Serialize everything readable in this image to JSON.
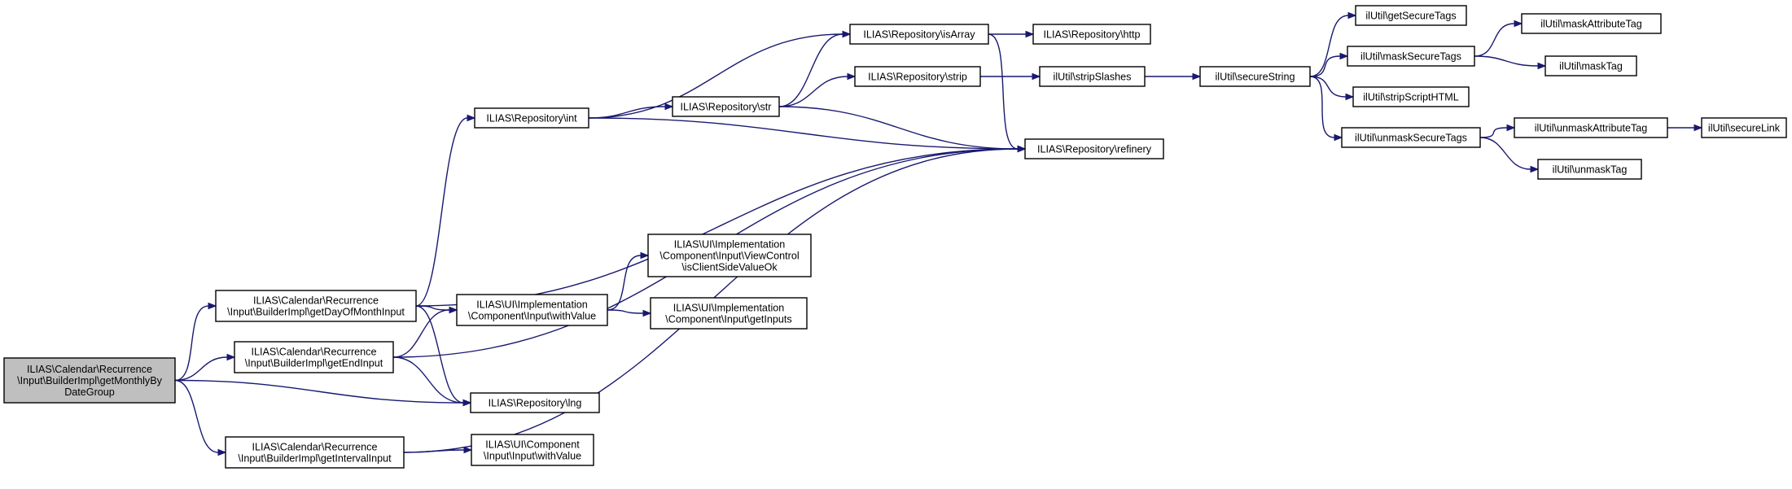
{
  "colors": {
    "edge": "#191970",
    "node_border": "#000000",
    "root_fill": "#bfbfbf",
    "node_fill": "#ffffff"
  },
  "nodes": [
    {
      "id": "root",
      "lines": [
        "ILIAS\\Calendar\\Recurrence",
        "\\Input\\BuilderImpl\\getMonthlyBy",
        "DateGroup"
      ],
      "root": true
    },
    {
      "id": "getDayOfMonthInput",
      "lines": [
        "ILIAS\\Calendar\\Recurrence",
        "\\Input\\BuilderImpl\\getDayOfMonthInput"
      ]
    },
    {
      "id": "getEndInput",
      "lines": [
        "ILIAS\\Calendar\\Recurrence",
        "\\Input\\BuilderImpl\\getEndInput"
      ]
    },
    {
      "id": "lng",
      "lines": [
        "ILIAS\\Repository\\lng"
      ]
    },
    {
      "id": "getIntervalInput",
      "lines": [
        "ILIAS\\Calendar\\Recurrence",
        "\\Input\\BuilderImpl\\getIntervalInput"
      ]
    },
    {
      "id": "int",
      "lines": [
        "ILIAS\\Repository\\int"
      ]
    },
    {
      "id": "implWithValue",
      "lines": [
        "ILIAS\\UI\\Implementation",
        "\\Component\\Input\\withValue"
      ]
    },
    {
      "id": "refinery",
      "lines": [
        "ILIAS\\Repository\\refinery"
      ]
    },
    {
      "id": "compWithValue",
      "lines": [
        "ILIAS\\UI\\Component",
        "\\Input\\Input\\withValue"
      ]
    },
    {
      "id": "str",
      "lines": [
        "ILIAS\\Repository\\str"
      ]
    },
    {
      "id": "isArray",
      "lines": [
        "ILIAS\\Repository\\isArray"
      ]
    },
    {
      "id": "isClientSideValueOk",
      "lines": [
        "ILIAS\\UI\\Implementation",
        "\\Component\\Input\\ViewControl",
        "\\isClientSideValueOk"
      ]
    },
    {
      "id": "getInputs",
      "lines": [
        "ILIAS\\UI\\Implementation",
        "\\Component\\Input\\getInputs"
      ]
    },
    {
      "id": "strip",
      "lines": [
        "ILIAS\\Repository\\strip"
      ]
    },
    {
      "id": "http",
      "lines": [
        "ILIAS\\Repository\\http"
      ]
    },
    {
      "id": "stripSlashes",
      "lines": [
        "ilUtil\\stripSlashes"
      ]
    },
    {
      "id": "secureString",
      "lines": [
        "ilUtil\\secureString"
      ]
    },
    {
      "id": "getSecureTags",
      "lines": [
        "ilUtil\\getSecureTags"
      ]
    },
    {
      "id": "maskSecureTags",
      "lines": [
        "ilUtil\\maskSecureTags"
      ]
    },
    {
      "id": "stripScriptHTML",
      "lines": [
        "ilUtil\\stripScriptHTML"
      ]
    },
    {
      "id": "unmaskSecureTags",
      "lines": [
        "ilUtil\\unmaskSecureTags"
      ]
    },
    {
      "id": "maskAttributeTag",
      "lines": [
        "ilUtil\\maskAttributeTag"
      ]
    },
    {
      "id": "maskTag",
      "lines": [
        "ilUtil\\maskTag"
      ]
    },
    {
      "id": "unmaskAttributeTag",
      "lines": [
        "ilUtil\\unmaskAttributeTag"
      ]
    },
    {
      "id": "unmaskTag",
      "lines": [
        "ilUtil\\unmaskTag"
      ]
    },
    {
      "id": "secureLink",
      "lines": [
        "ilUtil\\secureLink"
      ]
    }
  ],
  "edges": [
    {
      "from": "root",
      "to": "getDayOfMonthInput"
    },
    {
      "from": "root",
      "to": "getEndInput"
    },
    {
      "from": "root",
      "to": "lng"
    },
    {
      "from": "root",
      "to": "getIntervalInput"
    },
    {
      "from": "getDayOfMonthInput",
      "to": "int"
    },
    {
      "from": "getDayOfMonthInput",
      "to": "implWithValue"
    },
    {
      "from": "getDayOfMonthInput",
      "to": "lng"
    },
    {
      "from": "getDayOfMonthInput",
      "to": "refinery"
    },
    {
      "from": "getEndInput",
      "to": "implWithValue"
    },
    {
      "from": "getEndInput",
      "to": "lng"
    },
    {
      "from": "getEndInput",
      "to": "refinery"
    },
    {
      "from": "getIntervalInput",
      "to": "compWithValue"
    },
    {
      "from": "getIntervalInput",
      "to": "refinery"
    },
    {
      "from": "int",
      "to": "isArray"
    },
    {
      "from": "int",
      "to": "str"
    },
    {
      "from": "int",
      "to": "refinery"
    },
    {
      "from": "str",
      "to": "isArray"
    },
    {
      "from": "str",
      "to": "strip"
    },
    {
      "from": "str",
      "to": "refinery"
    },
    {
      "from": "isArray",
      "to": "http"
    },
    {
      "from": "isArray",
      "to": "refinery"
    },
    {
      "from": "implWithValue",
      "to": "isClientSideValueOk"
    },
    {
      "from": "implWithValue",
      "to": "getInputs"
    },
    {
      "from": "strip",
      "to": "stripSlashes"
    },
    {
      "from": "stripSlashes",
      "to": "secureString"
    },
    {
      "from": "secureString",
      "to": "getSecureTags"
    },
    {
      "from": "secureString",
      "to": "maskSecureTags"
    },
    {
      "from": "secureString",
      "to": "stripScriptHTML"
    },
    {
      "from": "secureString",
      "to": "unmaskSecureTags"
    },
    {
      "from": "maskSecureTags",
      "to": "maskAttributeTag"
    },
    {
      "from": "maskSecureTags",
      "to": "maskTag"
    },
    {
      "from": "unmaskSecureTags",
      "to": "unmaskAttributeTag"
    },
    {
      "from": "unmaskSecureTags",
      "to": "unmaskTag"
    },
    {
      "from": "unmaskAttributeTag",
      "to": "secureLink"
    }
  ]
}
